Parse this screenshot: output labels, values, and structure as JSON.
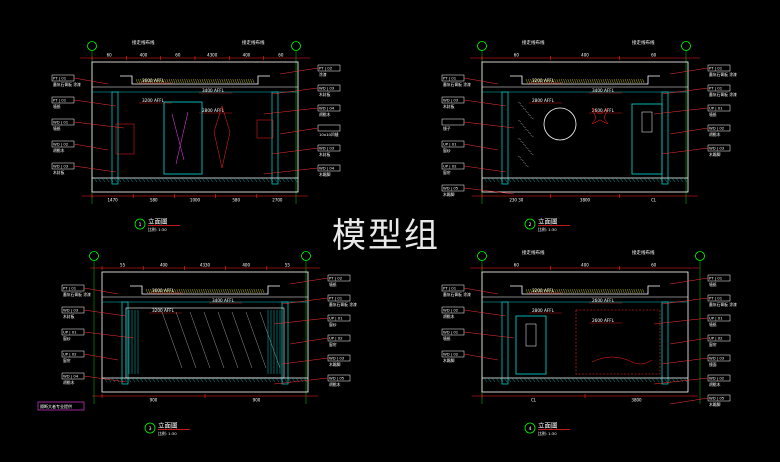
{
  "watermark": "模型组",
  "panels": [
    {
      "id": "tl",
      "title": "立面圖",
      "scale": "比例: 1:30",
      "circle_no": "1",
      "top_note": "接走线布线",
      "dims_top": [
        "60",
        "400",
        "60",
        "4300",
        "400",
        "60"
      ],
      "dims_bottom": [
        "1470",
        "580",
        "1000",
        "580",
        "2700"
      ],
      "levels": [
        "3600 AFFL",
        "3400 AFFL",
        "3200 AFFL",
        "2800 AFFL"
      ],
      "left_tags": [
        {
          "code": "PT | 01",
          "text": "墨灰石膏板 涂漆"
        },
        {
          "code": "PT | 01",
          "text": "墙纸"
        },
        {
          "code": "WD | 01",
          "text": "墙纸"
        },
        {
          "code": "WD | 02",
          "text": "胡桃木"
        },
        {
          "code": "WD | 03",
          "text": "木封板"
        }
      ],
      "right_tags": [
        {
          "code": "PT | 02",
          "text": "涂漆"
        },
        {
          "code": "WD | 03",
          "text": "木封板"
        },
        {
          "code": "WD | 04",
          "text": "胡桃木"
        },
        {
          "code": "",
          "text": "10x10凹缝"
        },
        {
          "code": "WD | 03",
          "text": "木封板"
        },
        {
          "code": "WD | 04",
          "text": "木踢脚"
        }
      ]
    },
    {
      "id": "tr",
      "title": "立面圖",
      "scale": "比例: 1:30",
      "circle_no": "2",
      "top_note": "接走线布线",
      "dims_top": [
        "60",
        "400",
        "60"
      ],
      "dims_bottom": [
        "230 30",
        "3800",
        "CL"
      ],
      "levels": [
        "3200 AFFL",
        "3400 AFFL",
        "2800 AFFL",
        "2600 AFFL"
      ],
      "left_tags": [
        {
          "code": "PT | 01",
          "text": "墨灰石膏板 涂漆"
        },
        {
          "code": "WD | 03",
          "text": "木封板"
        },
        {
          "code": "",
          "text": "镜子"
        },
        {
          "code": "UP | 01",
          "text": "窗纱"
        },
        {
          "code": "UP | 02",
          "text": "窗帘"
        },
        {
          "code": "WD | 05",
          "text": "木踢脚"
        }
      ],
      "right_tags": [
        {
          "code": "PT | 01",
          "text": "墨灰石膏板 涂漆"
        },
        {
          "code": "PT | 01",
          "text": "墨灰石膏板 涂漆"
        },
        {
          "code": "UP | 01",
          "text": "墙纸"
        },
        {
          "code": "WD | 02",
          "text": "胡桃木"
        },
        {
          "code": "WD | 03",
          "text": "木踢脚"
        }
      ]
    },
    {
      "id": "bl",
      "title": "立面圖",
      "scale": "比例: 1:30",
      "circle_no": "3",
      "top_note": "",
      "dims_top": [
        "55",
        "400",
        "4330",
        "400",
        "55"
      ],
      "dims_bottom": [
        "900",
        "900"
      ],
      "levels": [
        "3600 AFFL",
        "3400 AFFL",
        "3200 AFFL"
      ],
      "left_tags": [
        {
          "code": "PT | 01",
          "text": "墨灰石膏板 涂漆"
        },
        {
          "code": "WD | 03",
          "text": "木封板"
        },
        {
          "code": "UP | 01",
          "text": "窗纱"
        },
        {
          "code": "UP | 02",
          "text": "窗帘"
        },
        {
          "code": "WD | 04",
          "text": "胡桃木"
        }
      ],
      "right_tags": [
        {
          "code": "PT | 02",
          "text": "墙纸"
        },
        {
          "code": "PT | 01",
          "text": "墨灰石膏板 涂漆"
        },
        {
          "code": "UP | 01",
          "text": "窗纱"
        },
        {
          "code": "UP | 02",
          "text": "窗帘"
        },
        {
          "code": "WD | 03",
          "text": "木踢脚"
        },
        {
          "code": "WD | 05",
          "text": "胡桃木"
        }
      ],
      "footnote": "隔断大者专业提供"
    },
    {
      "id": "br",
      "title": "立面圖",
      "scale": "比例: 1:30",
      "circle_no": "4",
      "top_note": "接走线布线",
      "dims_top": [
        "60",
        "400",
        "60"
      ],
      "dims_bottom": [
        "CL",
        "3800"
      ],
      "levels": [
        "3200 AFFL",
        "2600 AFFL",
        "2800 AFFL",
        "2600 AFFL"
      ],
      "left_tags": [
        {
          "code": "PT | 01",
          "text": "墨灰石膏板 涂漆"
        },
        {
          "code": "WD | 02",
          "text": "胡桃木"
        },
        {
          "code": "WD | 01",
          "text": "墙纸"
        },
        {
          "code": "WD | 02",
          "text": "木踢脚"
        }
      ],
      "right_tags": [
        {
          "code": "PT | 01",
          "text": "墙纸"
        },
        {
          "code": "PT | 01",
          "text": "墨灰石膏板 涂漆"
        },
        {
          "code": "UP | 01",
          "text": "墙纸"
        },
        {
          "code": "UP | 02",
          "text": "窗帘"
        },
        {
          "code": "WD | 03",
          "text": "镜面"
        },
        {
          "code": "WD | 02",
          "text": "胡桃木"
        },
        {
          "code": "WD | 05",
          "text": "木踢脚"
        }
      ]
    }
  ],
  "colors": {
    "background": "#000000",
    "outline": "#ffffff",
    "dimension": "#ff2020",
    "wall": "#00c8c8",
    "leader": "#ff3030",
    "hatch": "#00a0a0",
    "grid": "#00ff00",
    "text": "#ffffff",
    "accent_yellow": "#e8e800",
    "magenta": "#ff40ff"
  }
}
